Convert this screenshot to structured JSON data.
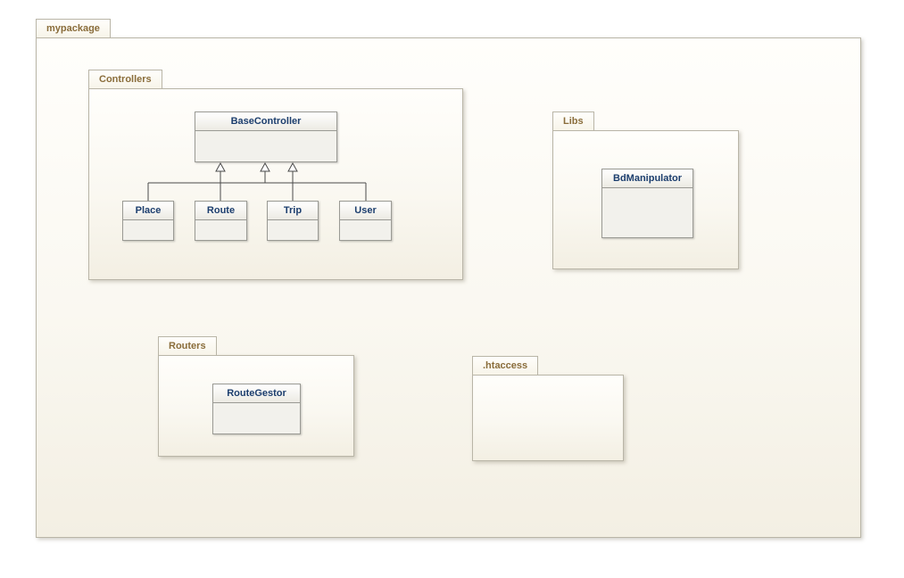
{
  "packages": {
    "mypackage": {
      "label": "mypackage"
    },
    "controllers": {
      "label": "Controllers",
      "classes": {
        "base_controller": "BaseController",
        "place": "Place",
        "route": "Route",
        "trip": "Trip",
        "user": "User"
      }
    },
    "libs": {
      "label": "Libs",
      "classes": {
        "bd_manipulator": "BdManipulator"
      }
    },
    "routers": {
      "label": "Routers",
      "classes": {
        "route_gestor": "RouteGestor"
      }
    },
    "htaccess": {
      "label": ".htaccess",
      "classes": {}
    }
  },
  "relations": [
    {
      "type": "generalization",
      "from": "Place",
      "to": "BaseController"
    },
    {
      "type": "generalization",
      "from": "Route",
      "to": "BaseController"
    },
    {
      "type": "generalization",
      "from": "Trip",
      "to": "BaseController"
    },
    {
      "type": "generalization",
      "from": "User",
      "to": "BaseController"
    }
  ],
  "colors": {
    "package_label": "#8a6d3b",
    "class_name": "#1c3e6e",
    "package_border": "#b9b5a7",
    "connector": "#4a4a4a"
  }
}
